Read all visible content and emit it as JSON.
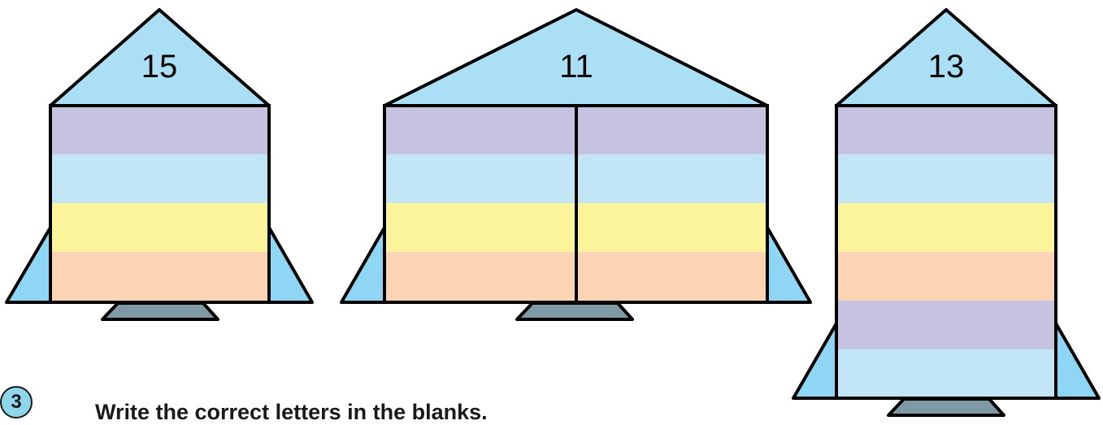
{
  "colors": {
    "roof": "#abdff6",
    "fin": "#8fd6f4",
    "nozzle": "#7f9aa5",
    "purple": "#c5c3e0",
    "blue": "#c3e6f7",
    "yellow": "#fdf59b",
    "peach": "#fbd3b5",
    "outline": "#000000"
  },
  "rockets": [
    {
      "number": "15",
      "columns": 1,
      "stripes": [
        "purple",
        "blue",
        "yellow",
        "peach"
      ]
    },
    {
      "number": "11",
      "columns": 2,
      "stripes": [
        "purple",
        "blue",
        "yellow",
        "peach"
      ]
    },
    {
      "number": "13",
      "columns": 1,
      "stripes": [
        "purple",
        "blue",
        "yellow",
        "peach",
        "purple",
        "blue"
      ]
    }
  ],
  "instruction": {
    "step": "3",
    "text": "Write the correct letters in the blanks."
  }
}
